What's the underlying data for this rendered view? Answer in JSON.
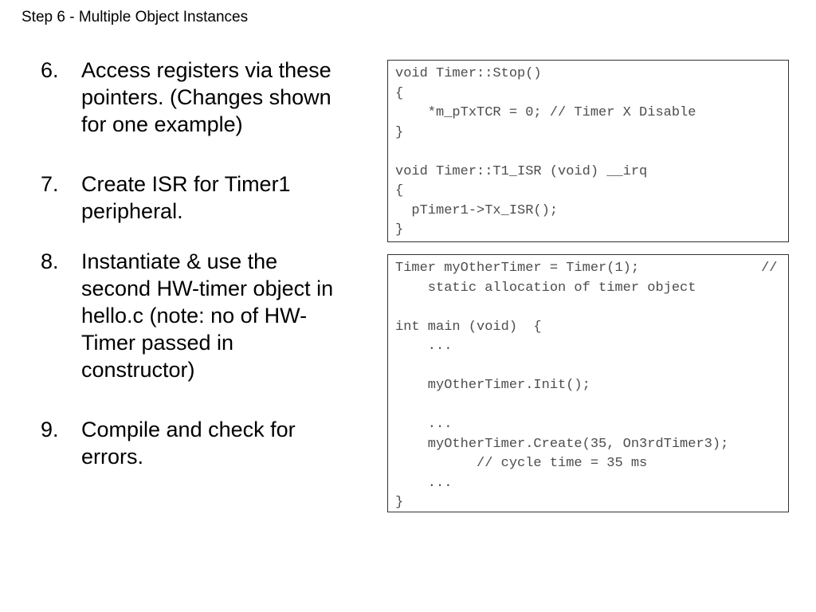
{
  "slide": {
    "title": "Step 6 - Multiple Object Instances"
  },
  "list": {
    "items": [
      {
        "number": "6.",
        "text": "Access registers via these\npointers. (Changes shown\nfor one example)"
      },
      {
        "number": "7.",
        "text": "Create ISR for Timer1\nperipheral."
      },
      {
        "number": "8.",
        "text": "Instantiate & use the\nsecond HW-timer object in\nhello.c (note: no of HW-\nTimer passed in\nconstructor)"
      },
      {
        "number": "9.",
        "text": "Compile and check for\nerrors."
      }
    ]
  },
  "code_boxes": [
    {
      "id": "timer-stop-isr",
      "code": "void Timer::Stop()\n{\n    *m_pTxTCR = 0; // Timer X Disable\n}\n\nvoid Timer::T1_ISR (void) __irq\n{\n  pTimer1->Tx_ISR();\n}"
    },
    {
      "id": "main-instantiation",
      "code": "Timer myOtherTimer = Timer(1);               //\n    static allocation of timer object\n\nint main (void)  {\n    ...\n\n    myOtherTimer.Init();\n\n    ...\n    myOtherTimer.Create(35, On3rdTimer3);\n          // cycle time = 35 ms\n    ...\n}"
    }
  ],
  "colors": {
    "background": "#ffffff",
    "text": "#000000",
    "code_text": "#4d4d4d",
    "box_border": "#333333"
  }
}
